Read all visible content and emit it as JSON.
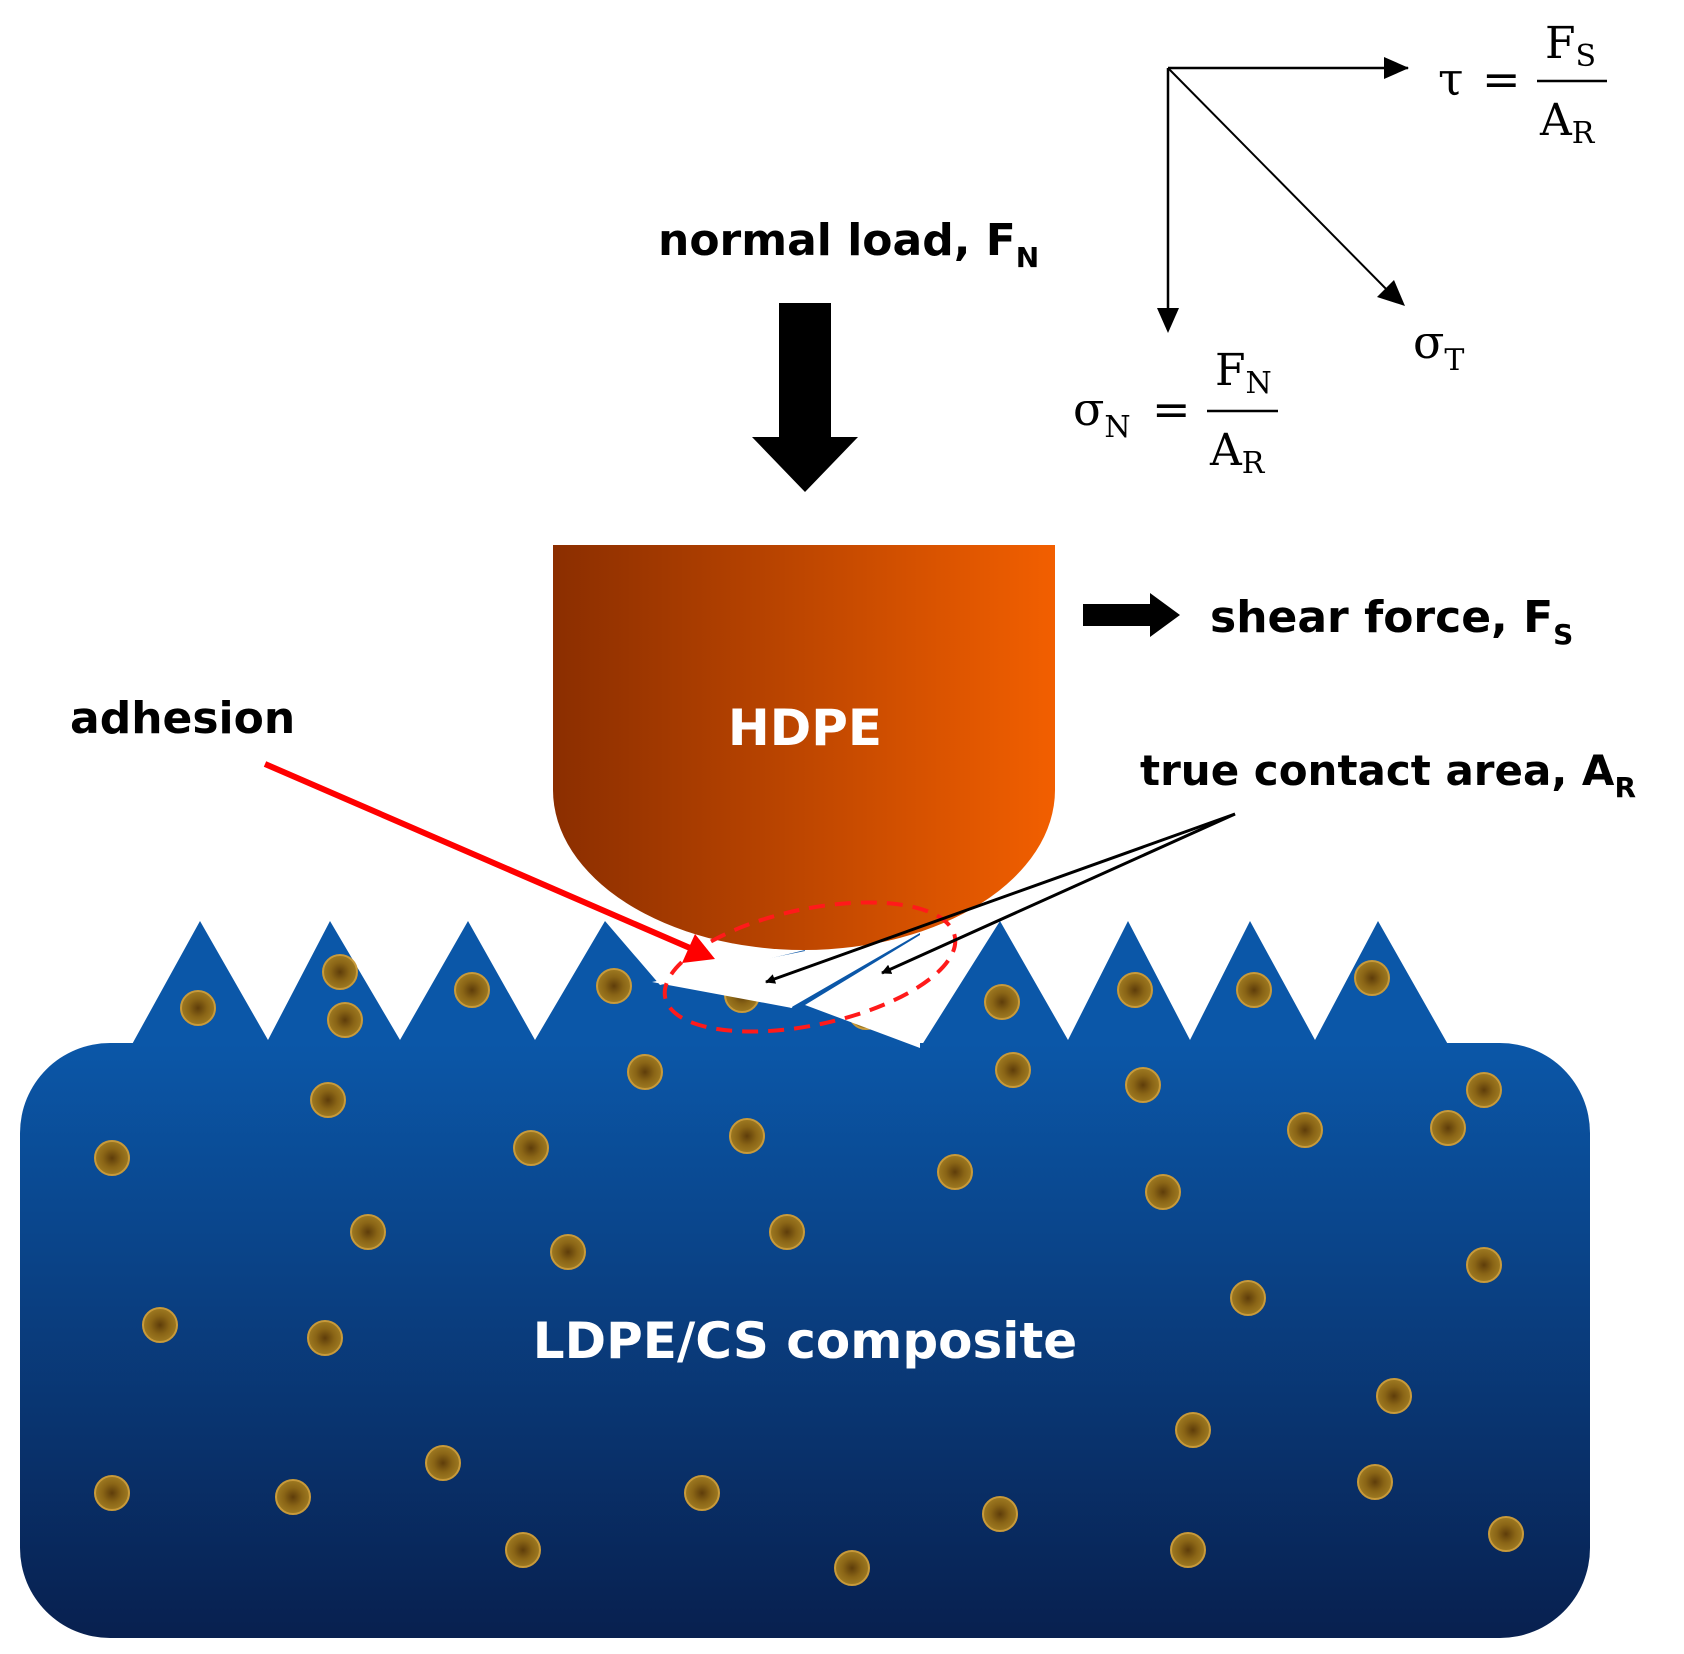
{
  "labels": {
    "normal_load": "normal load, F",
    "normal_load_sub": "N",
    "shear_force": "shear force, F",
    "shear_force_sub": "S",
    "adhesion": "adhesion",
    "true_contact_area": "true contact area, A",
    "true_contact_area_sub": "R",
    "hdpe": "HDPE",
    "composite": "LDPE/CS composite"
  },
  "equations": {
    "tau": {
      "lhs": "τ",
      "eq": "=",
      "num": "F",
      "num_sub": "S",
      "den": "A",
      "den_sub": "R"
    },
    "sigma_n": {
      "lhs": "σ",
      "lhs_sub": "N",
      "eq": "=",
      "num": "F",
      "num_sub": "N",
      "den": "A",
      "den_sub": "R"
    },
    "sigma_t": {
      "lhs": "σ",
      "lhs_sub": "T"
    }
  },
  "colors": {
    "hdpe_dark": "#8B2E00",
    "hdpe_light": "#F25F00",
    "composite_top": "#0B57A8",
    "composite_bottom": "#08204F",
    "particle": "#8A6516",
    "particle_edge": "#5E4510",
    "adhesion_arrow": "#FF0000",
    "contact_ellipse": "#FF1A1A"
  }
}
